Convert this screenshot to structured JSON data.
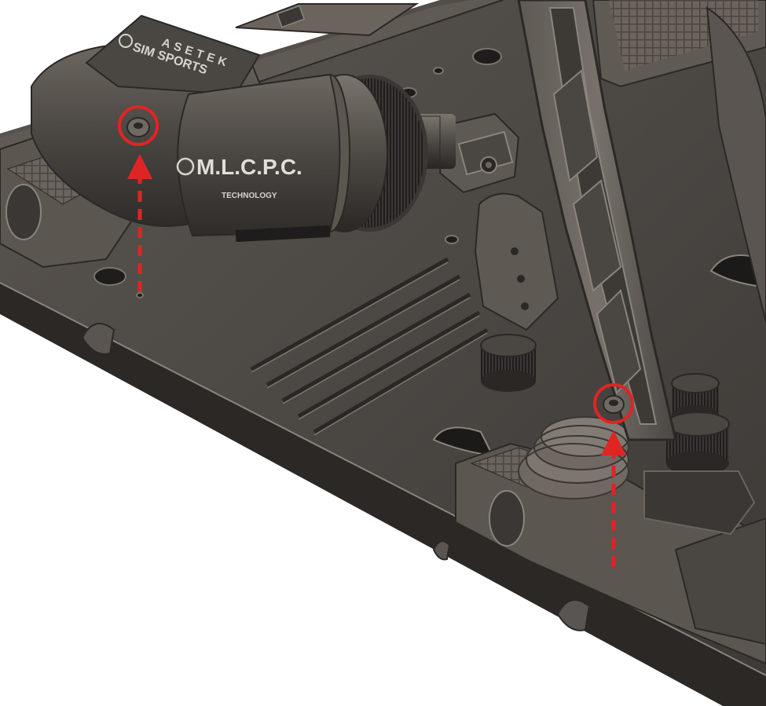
{
  "product_labels": {
    "brand_line_1": "ASETEK",
    "brand_line_2": "SIM SPORTS",
    "sensor_mark": "M.L.C.P.C.",
    "sensor_sub_1": "TECHNOLOGY"
  },
  "colors": {
    "background": "#ffffff",
    "base_plate": "#4a4642",
    "plate_shadow": "#2b2826",
    "plate_highlight": "#8a847d",
    "component_dark": "#3a3734",
    "component_mid": "#5b5650",
    "annotation_red": "#e02424"
  },
  "annotations": [
    {
      "name": "screw-marker-left",
      "shape": "circle-with-dashed-arrow-up"
    },
    {
      "name": "screw-marker-right",
      "shape": "circle-with-dashed-arrow-up"
    }
  ],
  "icons": [
    "screw-head-icon",
    "up-arrow-icon"
  ]
}
